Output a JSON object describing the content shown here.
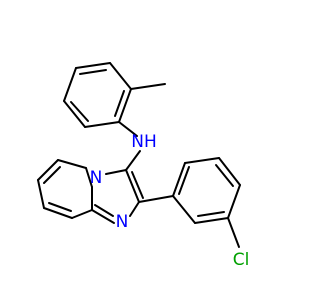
{
  "molecule": {
    "atoms": {
      "nh": {
        "label": "NH",
        "color": "#0000ff"
      },
      "n_bridge": {
        "label": "N",
        "color": "#0000ff"
      },
      "n_ring": {
        "label": "N",
        "color": "#0000ff"
      },
      "cl": {
        "label": "Cl",
        "color": "#00a000"
      }
    },
    "bond_color": "#000000",
    "background": "#ffffff"
  }
}
